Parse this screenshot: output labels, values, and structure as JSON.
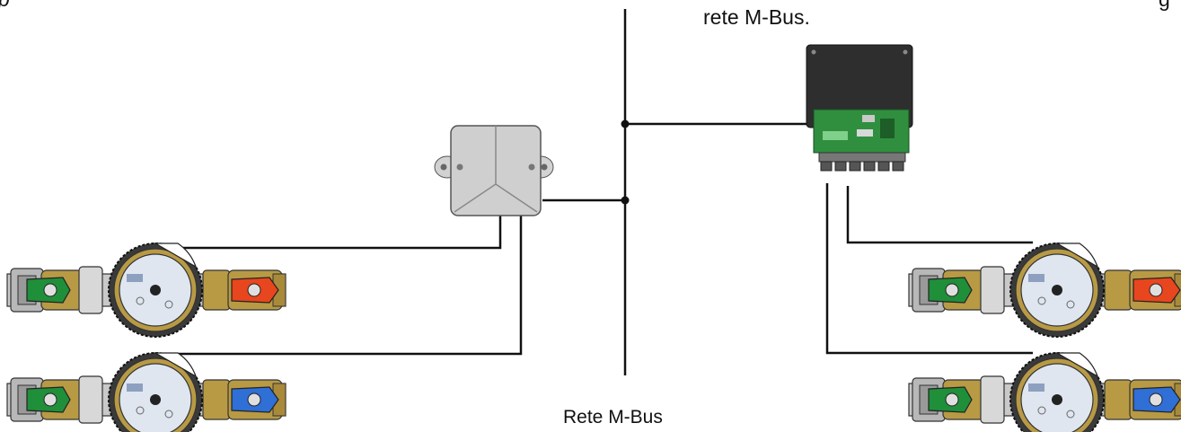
{
  "labels": {
    "top_network_caption": "rete M-Bus.",
    "bus_caption": "Rete M-Bus",
    "clipped_left_glyph": "p",
    "clipped_right_glyph": "g"
  },
  "colors": {
    "line": "#111111",
    "valve_green": "#1f8f3a",
    "valve_red": "#e8461e",
    "valve_blue": "#2f6fd6",
    "brass": "#b89a45",
    "junction_box": "#cfcfcf",
    "converter_case": "#2e2e2e",
    "converter_board": "#2f8f3f"
  },
  "meters": [
    {
      "position": "left-upper",
      "valve_color": "red"
    },
    {
      "position": "left-lower",
      "valve_color": "blue"
    },
    {
      "position": "right-upper",
      "valve_color": "red"
    },
    {
      "position": "right-lower",
      "valve_color": "blue"
    }
  ],
  "icons": {
    "junction_box": "junction-box-icon",
    "converter": "mbus-level-converter-icon",
    "meter": "water-meter-icon"
  }
}
